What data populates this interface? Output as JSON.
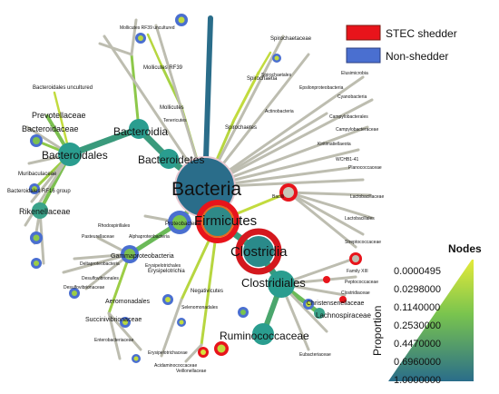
{
  "legend": {
    "shedder": {
      "label": "STEC shedder",
      "color": "#e8141b"
    },
    "non_shedder": {
      "label": "Non-shedder",
      "color": "#4a6fd0"
    }
  },
  "scale": {
    "title": "Nodes",
    "axis_label": "Proportion",
    "ticks": [
      "0.0000495",
      "0.0298000",
      "0.1140000",
      "0.2530000",
      "0.4470000",
      "0.6960000",
      "1.0000000"
    ],
    "color_low": "#e4ea3a",
    "color_mid": "#79c44e",
    "color_high": "#2a6d8a"
  },
  "colors": {
    "edge_grey": "#bdbdb0",
    "node_teal": "#2a9d8f",
    "node_dark": "#2a6d8a"
  },
  "nodes": {
    "bacteria": "Bacteria",
    "firmicutes": "Firmicutes",
    "clostridia": "Clostridia",
    "clostridiales": "Clostridiales",
    "ruminococcaceae": "Ruminococcaceae",
    "lachnospiraceae": "Lachnospiraceae",
    "christensenellaceae": "Christensenellaceae",
    "bacteroidetes": "Bacteroidetes",
    "bacteroidia": "Bacteroidia",
    "bacteroidales": "Bacteroidales",
    "prevotellaceae": "Prevotellaceae",
    "bacteroidaceae": "Bacteroidaceae",
    "muribaculaceae": "Muribaculaceae",
    "bacteroidales_rf16": "Bacteroidales RF16 group",
    "rikenellaceae": "Rikenellaceae",
    "bacteroidales_uncult": "Bacteroidales uncultured",
    "gammaproteobacteria": "Gammaproteobacteria",
    "proteobacteria": "Proteobacteria",
    "alphaproteobacteria": "Alphaproteobacteria",
    "aeromonadales": "Aeromonadales",
    "succinivibrionaceae": "Succinivibrionaceae",
    "erysipelotrichia": "Erysipelotrichia",
    "erysipelotrichales": "Erysipelotrichales",
    "erysipelotrichaceae": "Erysipelotrichaceae",
    "negativicutes": "Negativicutes",
    "selenomonadales": "Selenomonadales",
    "mollicutes": "Mollicutes",
    "mollicutes_rf39": "Mollicutes RF39",
    "mollicutes_rf39_uncult": "Mollicutes RF39 uncultured",
    "tenericutes": "Tenericutes",
    "spirochaetes": "Spirochaetes",
    "spirochaetia": "Spirochaetia",
    "spirochaetales": "Spirochaetales",
    "spirochaetaceae": "Spirochaetaceae",
    "campylobacterales": "Campylobacterales",
    "campylobacteraceae": "Campylobacteraceae",
    "lactobacillaceae": "Lactobacillaceae",
    "lactobacillales": "Lactobacillales",
    "bacilli": "Bacilli",
    "streptococcaceae": "Streptococcaceae",
    "planococcaceae": "Planococcaceae",
    "family_xiii": "Family XIII",
    "peptococcaceae": "Peptococcaceae",
    "clostridiaceae": "Clostridiaceae",
    "epsilonproteobacteria": "Epsilonproteobacteria",
    "wchb1": "WCHB1-41",
    "kiritimatiellaeota": "Kiritimatiellaeota",
    "cyanobacteria": "Cyanobacteria",
    "elusimicrobia": "Elusimicrobia",
    "actinobacteria": "Actinobacteria",
    "deltaproteobacteria": "Deltaproteobacteria",
    "desulfovibrionales": "Desulfovibrionales",
    "desulfovibrionaceae": "Desulfovibrionaceae",
    "pasteurellaceae": "Pasteurellaceae",
    "rhodospirillales": "Rhodospirillales",
    "acidaminococcaceae": "Acidaminococcaceae",
    "veillonellaceae": "Veillonellaceae",
    "enterobacteriaceae": "Enterobacteriaceae",
    "eubacteriaceae": "Eubacteriaceae"
  }
}
